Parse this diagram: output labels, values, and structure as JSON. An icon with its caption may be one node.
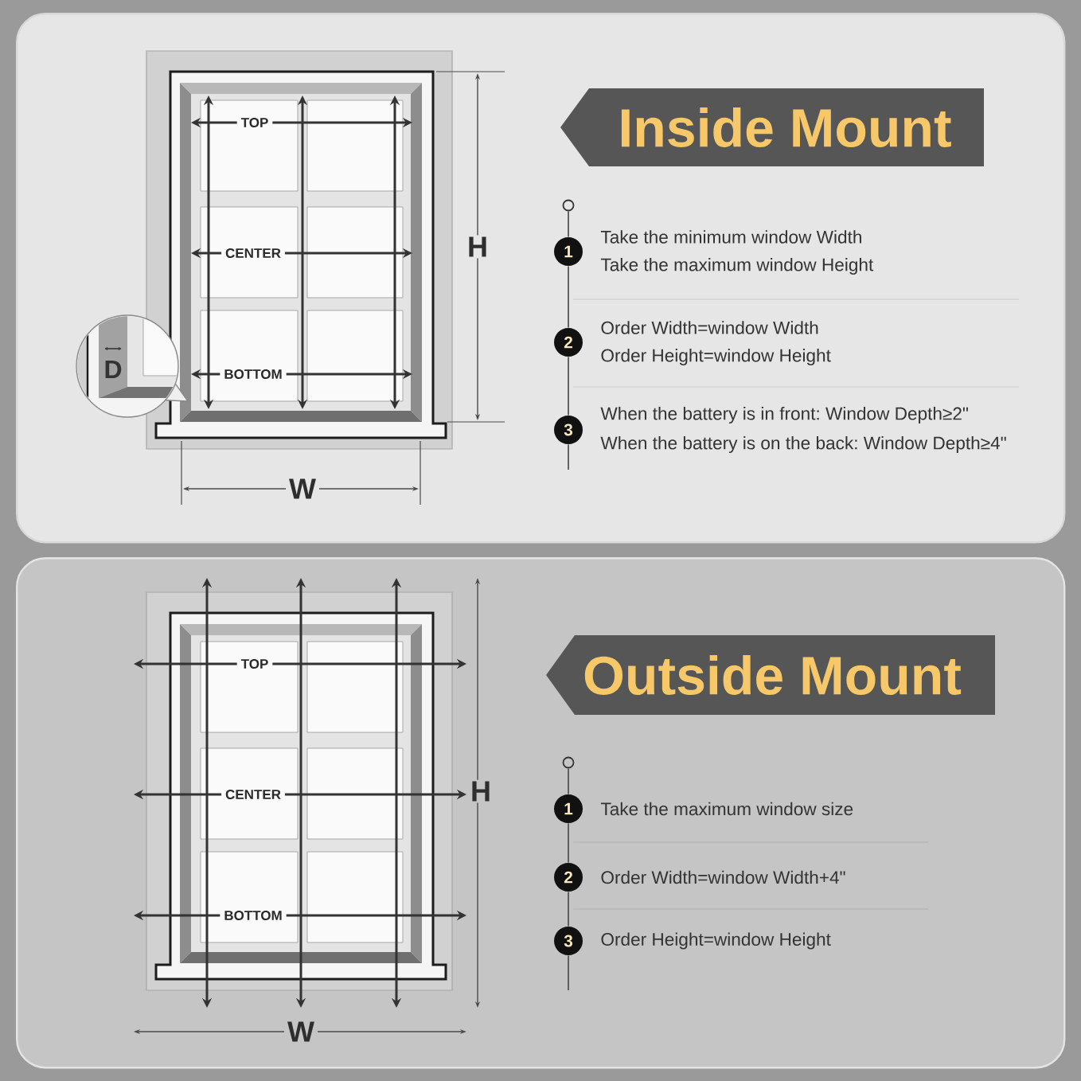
{
  "diagram": {
    "nodes": [
      {
        "text": [],
        "shape": "box"
      },
      {
        "text": [
          "Inside Mount"
        ],
        "in": 0
      },
      {
        "text": [],
        "shape": "circle",
        "in": 0
      },
      {
        "text": [
          "1"
        ],
        "in": 0,
        "beside": [
          "Take the minimum window Width",
          "Take the maximum window Height"
        ]
      },
      {
        "text": [
          "2"
        ],
        "in": 0,
        "beside": [
          "Order Width=window Width",
          "Order Height=window Height"
        ]
      },
      {
        "text": [
          "3"
        ],
        "in": 0,
        "beside": [
          "When the battery is in front: Window Depth≥2\"",
          "When the battery is on the back: Window Depth≥4\""
        ]
      },
      {
        "text": [],
        "shape": "box"
      },
      {
        "text": [
          "Outside Mount"
        ],
        "in": 6
      },
      {
        "text": [],
        "shape": "circle",
        "in": 6
      },
      {
        "text": [
          "1"
        ],
        "in": 6,
        "beside": [
          "Take the maximum window size"
        ]
      },
      {
        "text": [
          "2"
        ],
        "in": 6,
        "beside": [
          "Order Width=window Width+4\""
        ]
      },
      {
        "text": [
          "3"
        ],
        "in": 6,
        "beside": [
          "Order Height=window Height"
        ]
      }
    ],
    "edges": [
      {
        "from": 2,
        "to": 3,
        "arrow": "none"
      },
      {
        "from": 3,
        "to": 4,
        "arrow": "none"
      },
      {
        "from": 4,
        "to": 5,
        "arrow": "none"
      },
      {
        "from": 5,
        "to": null,
        "arrow": "none"
      },
      {
        "from": 8,
        "to": 9,
        "arrow": "none"
      },
      {
        "from": 9,
        "to": 10,
        "arrow": "none"
      },
      {
        "from": 10,
        "to": 11,
        "arrow": "none"
      },
      {
        "from": 11,
        "to": null,
        "arrow": "none"
      }
    ],
    "labels": [
      "TOP",
      "CENTER",
      "H",
      "D",
      "BOTTOM",
      "W",
      "TOP",
      "CENTER",
      "H",
      "BOTTOM",
      "W"
    ]
  }
}
